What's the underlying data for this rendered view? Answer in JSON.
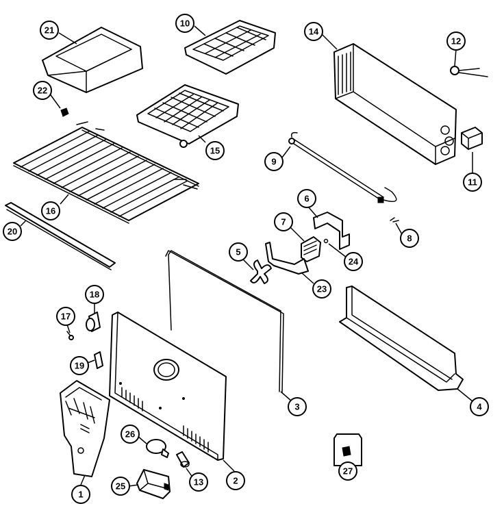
{
  "callouts": [
    {
      "id": "1",
      "label": "1"
    },
    {
      "id": "2",
      "label": "2"
    },
    {
      "id": "3",
      "label": "3"
    },
    {
      "id": "4",
      "label": "4"
    },
    {
      "id": "5",
      "label": "5"
    },
    {
      "id": "6",
      "label": "6"
    },
    {
      "id": "7",
      "label": "7"
    },
    {
      "id": "8",
      "label": "8"
    },
    {
      "id": "9",
      "label": "9"
    },
    {
      "id": "10",
      "label": "10"
    },
    {
      "id": "11",
      "label": "11"
    },
    {
      "id": "12",
      "label": "12"
    },
    {
      "id": "13",
      "label": "13"
    },
    {
      "id": "14",
      "label": "14"
    },
    {
      "id": "15",
      "label": "15"
    },
    {
      "id": "16",
      "label": "16"
    },
    {
      "id": "17",
      "label": "17"
    },
    {
      "id": "18",
      "label": "18"
    },
    {
      "id": "19",
      "label": "19"
    },
    {
      "id": "20",
      "label": "20"
    },
    {
      "id": "21",
      "label": "21"
    },
    {
      "id": "22",
      "label": "22"
    },
    {
      "id": "23",
      "label": "23"
    },
    {
      "id": "24",
      "label": "24"
    },
    {
      "id": "25",
      "label": "25"
    },
    {
      "id": "26",
      "label": "26"
    },
    {
      "id": "27",
      "label": "27"
    }
  ]
}
